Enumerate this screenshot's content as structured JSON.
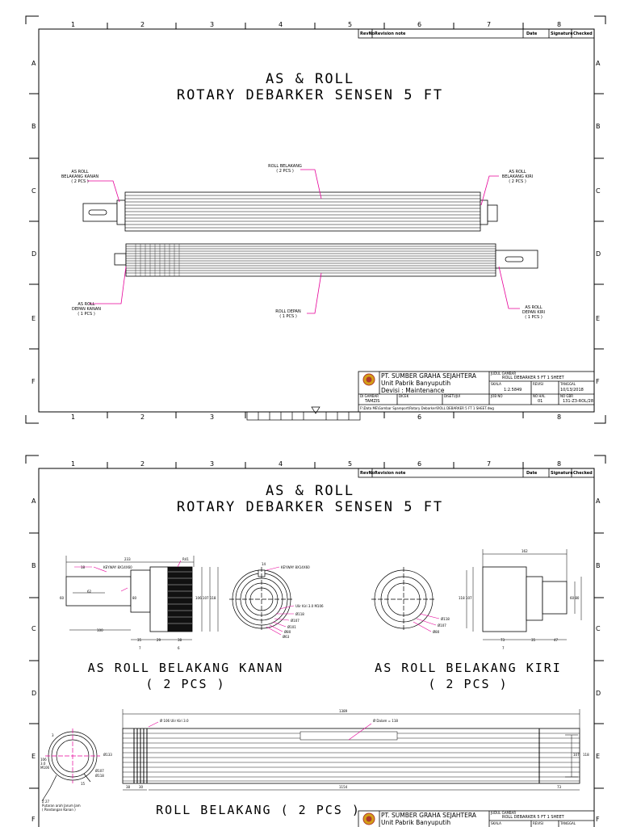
{
  "sheet_title": {
    "line1": "AS & ROLL",
    "line2": "ROTARY DEBARKER SENSEN 5 FT"
  },
  "columns": [
    "1",
    "2",
    "3",
    "4",
    "5",
    "6",
    "7",
    "8"
  ],
  "rows": [
    "A",
    "B",
    "C",
    "D",
    "E",
    "F"
  ],
  "revision": {
    "rev_no": "RevNo",
    "rev_note": "Revision note",
    "date": "Date",
    "signature": "Signature",
    "checked": "Checked"
  },
  "sheet1": {
    "labels": {
      "as_roll_belakang_kanan": "AS ROLL\nBELAKANG KANAN\n( 2 PCS )",
      "roll_belakang": "ROLL BELAKANG\n( 2 PCS )",
      "as_roll_belakang_kiri": "AS ROLL\nBELAKANG KIRI\n( 2 PCS )",
      "as_roll_depan_kanan": "AS ROLL\nDEPAN KANAN\n( 1 PCS )",
      "roll_depan": "ROLL DEPAN\n( 1 PCS )",
      "as_roll_depan_kiri": "AS ROLL\nDEPAN KIRI\n( 1 PCS )"
    }
  },
  "title_block": {
    "company": "PT. SUMBER GRAHA SEJAHTERA",
    "unit": "Unit Pabrik Banyuputih",
    "division": "Devisi  :  Maintenance",
    "judul_label": "JUDUL GAMBAR",
    "judul_value": "ROLL DEBARKER 5 FT 1 SHEET",
    "skala_label": "SKALA",
    "skala_value": "1:2.5849",
    "revisi_label": "REVISI",
    "tanggal_label": "TANGGAL",
    "tanggal_value": "10/13/2018",
    "digambar_label": "DI GAMBAR",
    "digambar_value": "TAMZIS",
    "dicek_label": "DICEK",
    "disetujui_label": "DISETUJUI",
    "job_label": "JOB NO",
    "nohal_label": "NO HAL",
    "nohal_value": "01",
    "nogbr_label": "NO GBR",
    "nogbr_value": "131-Z3-ROL/28",
    "file_path": "F:\\Data ME\\Gambar Spareport\\Rotary Debarker\\ROLL DEBARKER 5 FT 1 SHEET.dwg"
  },
  "sheet2": {
    "labels": {
      "as_roll_belakang_kanan": "AS ROLL  BELAKANG KANAN",
      "as_roll_belakang_kiri": "AS ROLL  BELAKANG KIRI",
      "qty": "( 2 PCS )",
      "roll_belakang": "ROLL BELAKANG ( 2 PCS )",
      "note": "Z 27\nPutaran arah Jarum Jam\n( Pandangan Kanan )"
    },
    "dims": {
      "kanan_233": "233",
      "kanan_18": "18",
      "kanan_keyway": "KEYWAY 8X14X60",
      "kanan_r41": "R41",
      "kanan_62": "62",
      "kanan_60": "60",
      "kanan_100": "100",
      "kanan_35": "35",
      "kanan_29": "29",
      "kanan_38": "38",
      "kanan_7": "7",
      "kanan_6": "6",
      "kanan_80": "80",
      "kanan_dias": "106  107  118",
      "end_14": "14",
      "end_keyway": "KEYWAY 8X14X60",
      "end_ulir": "Ulir Kiri 3.0 M106",
      "end_dia1": "Ø118",
      "end_dia2": "Ø107",
      "end_dia3": "Ø101",
      "end_dia4": "Ø80",
      "end_dia5": "Ø63",
      "kiri_dia1": "Ø118",
      "kiri_dia2": "Ø107",
      "kiri_dia3": "Ø80",
      "kiri_162": "162",
      "kiri_118_107": "118  107",
      "kiri_60_80": "60  80",
      "kiri_73": "73",
      "kiri_35": "35",
      "kiri_47": "47",
      "kiri_7": "7",
      "roll_1389": "1389",
      "roll_ulir": "Ø 106 Ulir Kiri 3.0",
      "roll_dalam": "Ø Dalam = 118",
      "roll_1154": "1154",
      "roll_30a": "38",
      "roll_30b": "30",
      "roll_73": "73",
      "roll_107": "107",
      "roll_118": "118",
      "roll_end_133": "Ø133",
      "roll_end_107": "Ø107",
      "roll_end_118": "Ø118",
      "roll_end_15": "15",
      "roll_end_left": "106\n3.0\nM106",
      "roll_end_3": "3"
    }
  },
  "colors": {
    "ink": "#000000",
    "leader_magenta": "#e60099",
    "logo_red": "#b03a2e",
    "logo_gold": "#d4a017"
  }
}
